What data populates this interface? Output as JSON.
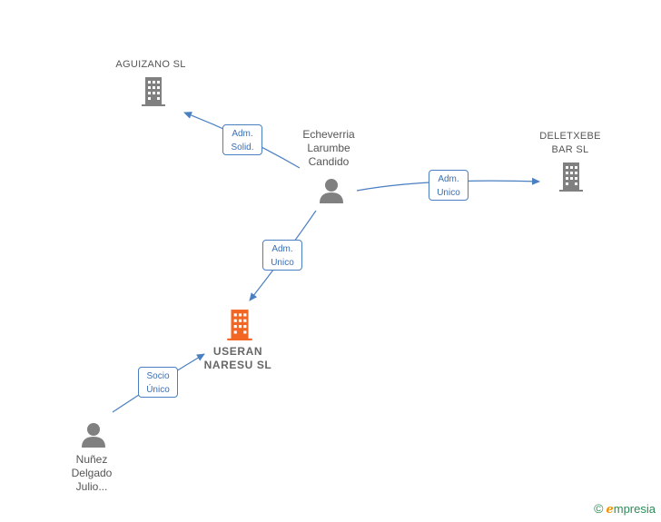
{
  "nodes": {
    "aguizano": {
      "label": "AGUIZANO  SL",
      "icon": "building-icon"
    },
    "echeverria": {
      "label": "Echeverria\nLarumbe\nCandido",
      "icon": "person-icon"
    },
    "deletxebe": {
      "label": "DELETXEBE\nBAR SL",
      "icon": "building-icon"
    },
    "useran": {
      "label": "USERAN\nNARESU  SL",
      "icon": "building-icon"
    },
    "nunez": {
      "label": "Nuñez\nDelgado\nJulio...",
      "icon": "person-icon"
    }
  },
  "edges": {
    "to_aguizano": "Adm.\nSolid.",
    "to_deletxebe": "Adm.\nUnico",
    "to_useran_adm": "Adm.\nUnico",
    "to_useran_socio": "Socio\nÚnico"
  },
  "colors": {
    "edge": "#4a7fc1",
    "node": "#808080",
    "highlight": "#f26522"
  },
  "brand": {
    "copyright": "©",
    "e": "e",
    "rest": "mpresia"
  }
}
